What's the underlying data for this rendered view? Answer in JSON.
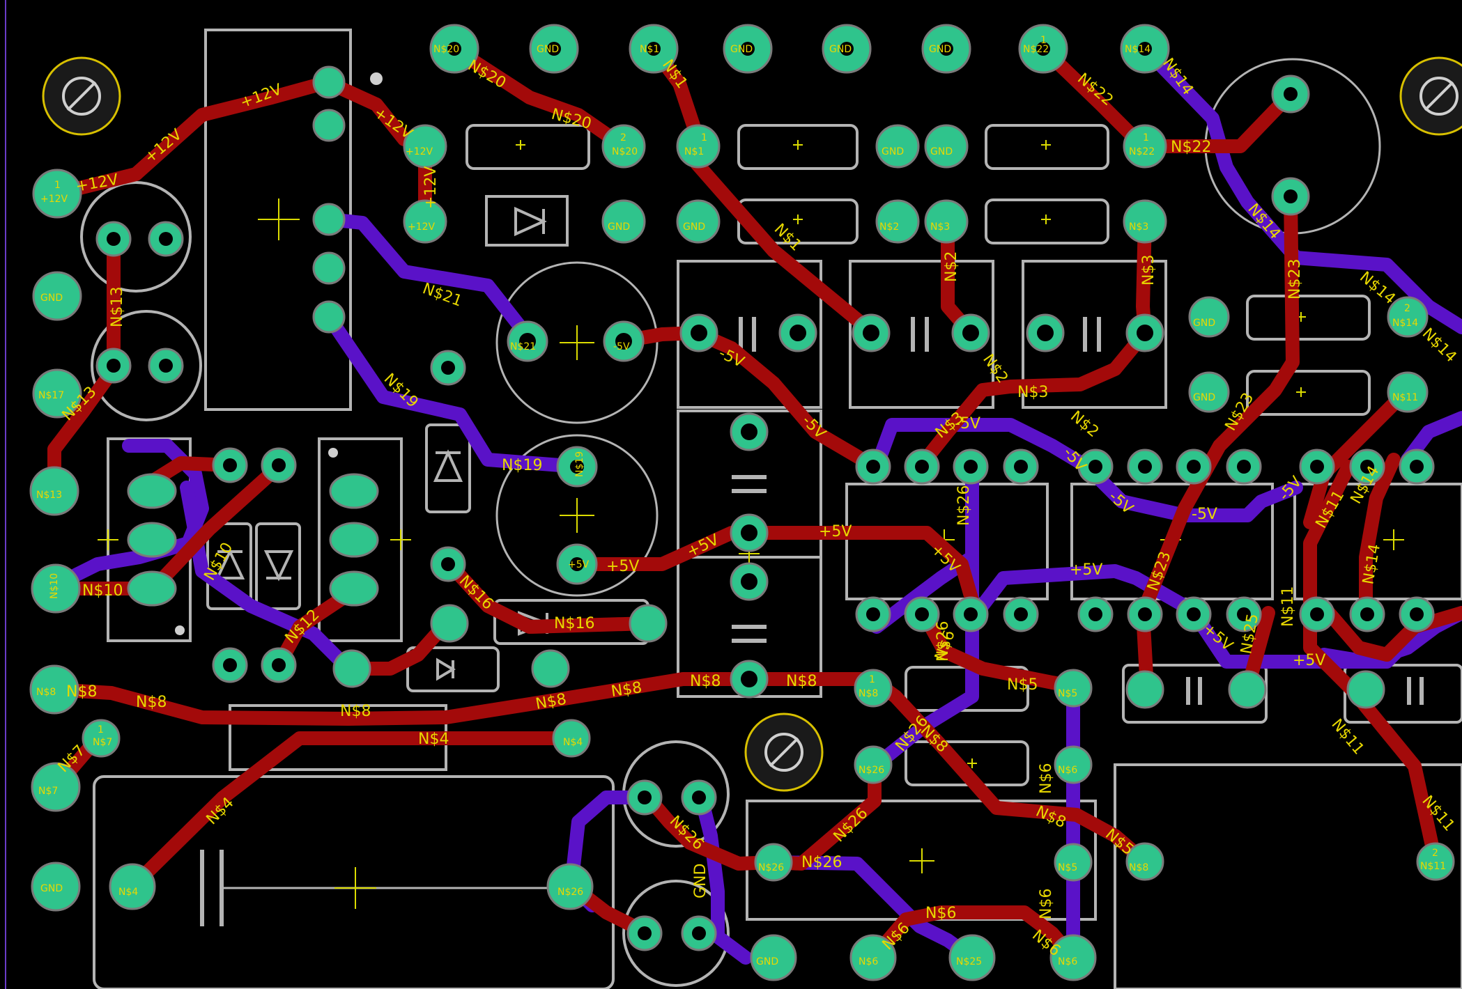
{
  "view": {
    "background": "#000000",
    "top_copper": "#a30a0a",
    "bottom_copper": "#5a12c8",
    "pad_color": "#2fc48c",
    "pad_ring": "#7a7a7a",
    "outline_color": "#b4b4b4",
    "label_color": "#e8d800",
    "origin_color": "#dcdc00"
  },
  "labels": {
    "t_12v_a": "+12V",
    "t_12v_b": "+12V",
    "t_12v_c": "+12V",
    "t_12v_d": "+12V",
    "t_12v_e": "+12V",
    "t_n20_a": "N$20",
    "t_n20_b": "N$20",
    "t_n1_a": "N$1",
    "t_n1_b": "N$1",
    "t_n22_a": "N$22",
    "t_n22_b": "N$22",
    "t_n14_a": "N$14",
    "t_n14_b": "N$14",
    "t_n14_c": "N$14",
    "t_n14_d": "N$14",
    "t_n14_e": "N$14",
    "t_n14_f": "N$14",
    "t_n13_a": "N$13",
    "t_n13_b": "N$13",
    "t_n21": "N$21",
    "t_n2_a": "N$2",
    "t_n2_b": "N$2",
    "t_n2_c": "N$2",
    "t_n3_a": "N$3",
    "t_n3_b": "N$3",
    "t_n3_c": "N$3",
    "t_n23_a": "N$23",
    "t_n23_b": "N$23",
    "t_n23_c": "N$23",
    "t_n19_a": "N$19",
    "t_n19_b": "N$19",
    "t_m5v_a": "-5V",
    "t_m5v_b": "-5V",
    "t_m5v_c": "-5V",
    "t_m5v_d": "-5V",
    "t_m5v_e": "-5V",
    "t_m5v_f": "-5V",
    "t_m5v_g": "-5V",
    "t_n10_a": "N$10",
    "t_n10_b": "N$10",
    "t_n12": "N$12",
    "t_n16_a": "N$16",
    "t_n16_b": "N$16",
    "t_p5v_a": "+5V",
    "t_p5v_b": "+5V",
    "t_p5v_c": "+5V",
    "t_p5v_d": "+5V",
    "t_p5v_e": "+5V",
    "t_p5v_f": "+5V",
    "t_p5v_g": "+5V",
    "t_n11_a": "N$11",
    "t_n11_b": "N$11",
    "t_n11_c": "N$11",
    "t_n11_d": "N$11",
    "t_n26_a": "N$26",
    "t_n26_b": "N$26",
    "t_n26_c": "N$26",
    "t_n26_d": "N$26",
    "t_n26_e": "N$26",
    "t_n26_f": "N$26",
    "t_n8_a": "N$8",
    "t_n8_b": "N$8",
    "t_n8_c": "N$8",
    "t_n8_d": "N$8",
    "t_n8_e": "N$8",
    "t_n8_f": "N$8",
    "t_n8_g": "N$8",
    "t_n8_h": "N$8",
    "t_n8_i": "N$8",
    "t_n7": "N$7",
    "t_n4_a": "N$4",
    "t_n4_b": "N$4",
    "t_n6_a": "N$6",
    "t_n6_b": "N$6",
    "t_n6_c": "N$6",
    "t_n6_d": "N$6",
    "t_n6_e": "N$6",
    "t_n6_f": "N$6",
    "t_n5_a": "N$5",
    "t_n5_b": "N$5",
    "t_n25": "N$25",
    "t_gnd": "GND",
    "p_n20": "N$20",
    "p_gnd1": "GND",
    "p_n1": "N$1",
    "p_gnd2": "GND",
    "p_gnd3": "GND",
    "p_gnd4": "GND",
    "p_n22": "N$22",
    "p_n14": "N$14",
    "p_12v_l": "+12V",
    "p_gnd_l1": "GND",
    "p_n17": "N$17",
    "p_n13": "N$13",
    "p_n10": "N$10",
    "p_n8_l": "N$8",
    "p_n7": "N$7",
    "p_gnd_l2": "GND",
    "p_12v_r1": "+12V",
    "p_n20_r": "N$20",
    "p_n1_r": "N$1",
    "p_gnd_r1": "GND",
    "p_gnd_r2": "GND",
    "p_n22_r": "N$22",
    "p_12v_r2": "+12V",
    "p_gnd_d": "GND",
    "p_gnd_r3": "GND",
    "p_n2": "N$2",
    "p_n3_a": "N$3",
    "p_n3_b": "N$3",
    "p_n21": "N$21",
    "p_m5v": "-5V",
    "p_n19": "N$19",
    "p_p5v": "+5V",
    "p_gnd_r4": "GND",
    "p_n14_r": "N$14",
    "p_gnd_r5": "GND",
    "p_n11": "N$11",
    "p_n7_b": "N$7",
    "p_n4": "N$4",
    "p_n4_b": "N$4",
    "p_n8_c": "N$8",
    "p_n5": "N$5",
    "p_n26": "N$26",
    "p_n6": "N$6",
    "p_n26_b": "N$26",
    "p_n5_b": "N$5",
    "p_n8_d": "N$8",
    "p_n26_c": "N$26",
    "p_gnd_b": "GND",
    "p_n6_b": "N$6",
    "p_n25": "N$25",
    "p_n6_c": "N$6",
    "p_n11_b": "N$11",
    "pin1_a": "1",
    "pin1_b": "1",
    "pin1_c": "1",
    "pin1_d": "1",
    "pin1_e": "1",
    "pin1_f": "1",
    "pin2_a": "2",
    "pin2_b": "2",
    "pin2_c": "2"
  }
}
